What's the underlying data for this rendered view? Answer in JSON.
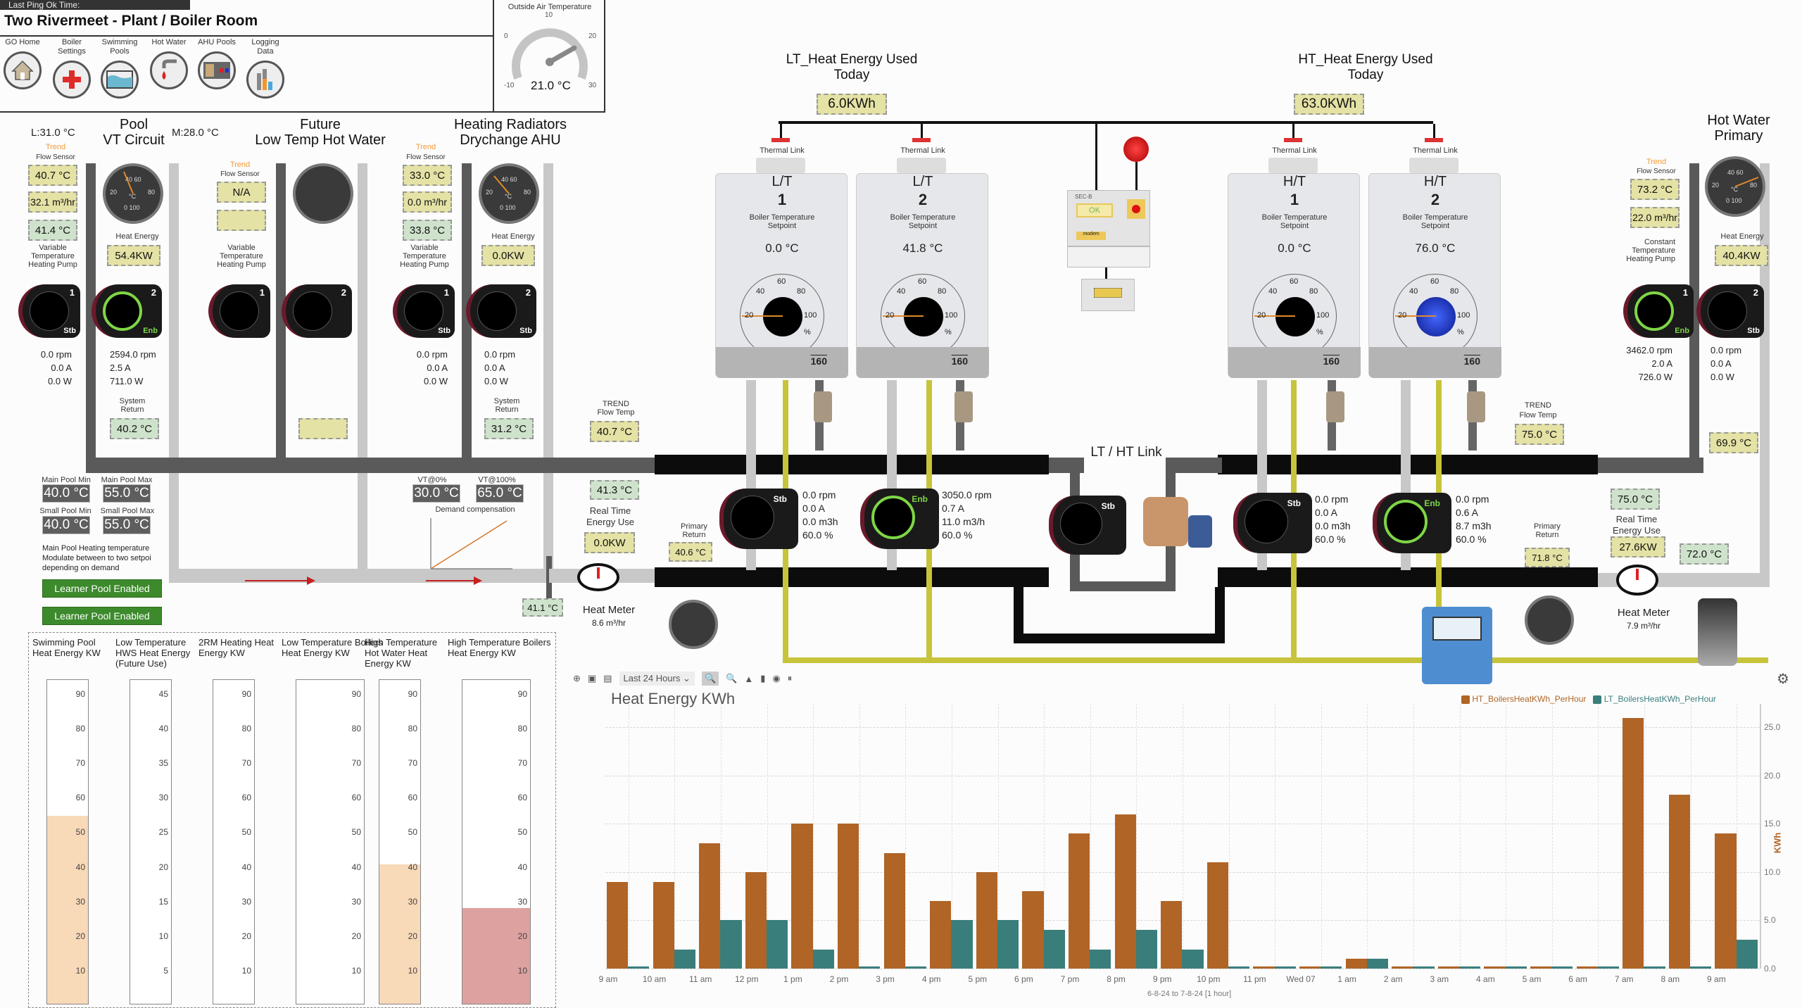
{
  "header": {
    "last_ping_label": "Last Ping Ok Time:",
    "title": "Two Rivermeet - Plant / Boiler Room",
    "nav": [
      {
        "label": "GO Home",
        "icon": "home-icon"
      },
      {
        "label": "Boiler Settings",
        "icon": "boiler-cross-icon"
      },
      {
        "label": "Swimming Pools",
        "icon": "pool-icon"
      },
      {
        "label": "Hot Water",
        "icon": "tap-icon"
      },
      {
        "label": "AHU Pools",
        "icon": "ahu-icon"
      },
      {
        "label": "Logging Data",
        "icon": "bar-chart-icon"
      }
    ],
    "outside_air": {
      "label": "Outside Air Temperature",
      "value": "21.0 °C",
      "scale": [
        "-10",
        "0",
        "10",
        "20",
        "30"
      ],
      "reading": 21.0
    }
  },
  "pool_circuit": {
    "title_line1": "Pool",
    "title_line2": "VT Circuit",
    "l_setpoint": "L:31.0 °C",
    "m_setpoint": "M:28.0 °C",
    "trend": "Trend",
    "flow_sensor_label": "Flow Sensor",
    "flow_temp": "40.7 °C",
    "flow_rate": "32.1 m³/hr",
    "return_sensor": "41.4 °C",
    "pump_label": "Variable Temperature Heating Pump",
    "heat_energy_label": "Heat Energy",
    "heat_energy": "54.4KW",
    "pump1": {
      "num": "1",
      "state": "Stb",
      "rpm": "0.0 rpm",
      "amps": "0.0 A",
      "watts": "0.0 W"
    },
    "pump2": {
      "num": "2",
      "state": "Enb",
      "rpm": "2594.0 rpm",
      "amps": "2.5 A",
      "watts": "711.0 W"
    },
    "system_return_label": "System Return",
    "system_return": "40.2 °C"
  },
  "future_circuit": {
    "title_line1": "Future",
    "title_line2": "Low Temp Hot Water",
    "trend": "Trend",
    "flow_sensor_label": "Flow Sensor",
    "flow_temp": "N/A",
    "pump_label": "Variable Temperature Heating Pump",
    "pump1": {
      "num": "1"
    },
    "pump2": {
      "num": "2"
    }
  },
  "radiator_circuit": {
    "title_line1": "Heating Radiators",
    "title_line2": "Drychange AHU",
    "trend": "Trend",
    "flow_sensor_label": "Flow Sensor",
    "flow_temp": "33.0 °C",
    "flow_rate": "0.0 m³/hr",
    "return_sensor": "33.8 °C",
    "pump_label": "Variable Temperature Heating Pump",
    "heat_energy_label": "Heat Energy",
    "heat_energy": "0.0KW",
    "pump1": {
      "num": "1",
      "state": "Stb",
      "rpm": "0.0 rpm",
      "amps": "0.0 A",
      "watts": "0.0 W"
    },
    "pump2": {
      "num": "2",
      "state": "Stb",
      "rpm": "0.0 rpm",
      "amps": "0.0 A",
      "watts": "0.0 W"
    },
    "system_return_label": "System Return",
    "system_return": "31.2 °C"
  },
  "pool_settings": {
    "main_min_label": "Main Pool Min",
    "main_min": "40.0 °C",
    "main_max_label": "Main Pool Max",
    "main_max": "55.0 °C",
    "small_min_label": "Small Pool Min",
    "small_min": "40.0 °C",
    "small_max_label": "Small Pool Max",
    "small_max": "55.0 °C",
    "note": "Main Pool Heating temperature Modulate between to two setpoi depending on demand",
    "learner_btn_1": "Learner Pool Enabled",
    "learner_btn_2": "Learner Pool Enabled"
  },
  "vt_settings": {
    "vt0_label": "VT@0%",
    "vt0": "30.0 °C",
    "vt100_label": "VT@100%",
    "vt100": "65.0 °C",
    "demand_label": "Demand compensation"
  },
  "common_return": "41.1 °C",
  "lt_primary": {
    "energy_title": "LT_Heat Energy Used Today",
    "energy_today": "6.0KWh",
    "trend_label": "TREND",
    "flow_temp_label": "Flow Temp",
    "flow_temp": "40.7 °C",
    "return_sensor": "41.3 °C",
    "rt_label": "Real Time Energy Use",
    "rt_energy": "0.0KW",
    "heat_meter_label": "Heat Meter",
    "heat_meter_flow": "8.6 m³/hr",
    "primary_return_label": "Primary Return",
    "primary_return": "40.6 °C",
    "pump_a": {
      "state": "Stb",
      "rpm": "0.0 rpm",
      "amps": "0.0 A",
      "flow": "0.0 m3h",
      "pct": "60.0 %"
    },
    "pump_b": {
      "state": "Enb",
      "rpm": "3050.0 rpm",
      "amps": "0.7 A",
      "flow": "11.0 m3/h",
      "pct": "60.0 %"
    }
  },
  "ht_primary": {
    "energy_title": "HT_Heat Energy Used Today",
    "energy_today": "63.0KWh",
    "trend_label": "TREND",
    "flow_temp_label": "Flow Temp",
    "flow_temp": "75.0 °C",
    "primary_return_label": "Primary Return",
    "primary_return": "71.8 °C",
    "pump_a": {
      "state": "Stb",
      "rpm": "0.0 rpm",
      "amps": "0.0 A",
      "flow": "0.0 m3h",
      "pct": "60.0 %"
    },
    "pump_b": {
      "state": "Enb",
      "rpm": "0.0 rpm",
      "amps": "0.6 A",
      "flow": "8.7 m3h",
      "pct": "60.0 %"
    }
  },
  "link": {
    "label": "LT / HT Link",
    "pump_state": "Stb"
  },
  "boilers": [
    {
      "type": "L/T",
      "num": "1",
      "setpoint_label": "Boiler Temperature Setpoint",
      "setpoint": "0.0 °C",
      "link": "Thermal Link",
      "model": "160",
      "firing": false
    },
    {
      "type": "L/T",
      "num": "2",
      "setpoint_label": "Boiler Temperature Setpoint",
      "setpoint": "41.8 °C",
      "link": "Thermal Link",
      "model": "160",
      "firing": false
    },
    {
      "type": "H/T",
      "num": "1",
      "setpoint_label": "Boiler Temperature Setpoint",
      "setpoint": "0.0 °C",
      "link": "Thermal Link",
      "model": "160",
      "firing": false
    },
    {
      "type": "H/T",
      "num": "2",
      "setpoint_label": "Boiler Temperature Setpoint",
      "setpoint": "76.0 °C",
      "link": "Thermal Link",
      "model": "160",
      "firing": true
    }
  ],
  "boiler_gauge_ticks": [
    "20",
    "40",
    "60",
    "80",
    "100",
    "%"
  ],
  "controller": {
    "name": "SEC-B",
    "status": "OK",
    "modem": "modem"
  },
  "hot_water_primary": {
    "title_line1": "Hot Water",
    "title_line2": "Primary",
    "trend": "Trend",
    "flow_sensor_label": "Flow Sensor",
    "flow_temp": "73.2 °C",
    "flow_rate": "22.0 m³/hr",
    "pump_label": "Constant Temperature Heating Pump",
    "heat_energy_label": "Heat Energy",
    "heat_energy": "40.4KW",
    "pump1": {
      "num": "1",
      "state": "Enb",
      "rpm": "3462.0 rpm",
      "amps": "2.0 A",
      "watts": "726.0 W"
    },
    "pump2": {
      "num": "2",
      "state": "Stb",
      "rpm": "0.0 rpm",
      "amps": "0.0 A",
      "watts": "0.0 W"
    },
    "return_temp": "69.9 °C",
    "ht_return_sensor": "75.0 °C",
    "rt_label": "Real Time Energy Use",
    "rt_energy": "27.6KW",
    "meter_return": "72.0 °C",
    "heat_meter_label": "Heat Meter",
    "heat_meter_flow": "7.9 m³/hr"
  },
  "energy_columns": [
    {
      "title": "Swimming Pool Heat Energy KW",
      "max": 90,
      "ticks": [
        90,
        80,
        70,
        60,
        50,
        40,
        30,
        20,
        10
      ],
      "value": 54.4,
      "color": "#f8d9b8"
    },
    {
      "title": "Low Temperature HWS Heat Energy (Future Use)",
      "max": 45,
      "ticks": [
        45,
        40,
        35,
        30,
        25,
        20,
        15,
        10,
        5
      ],
      "value": 0,
      "color": "#f8d9b8"
    },
    {
      "title": "2RM Heating Heat Energy KW",
      "max": 90,
      "ticks": [
        90,
        80,
        70,
        60,
        50,
        40,
        30,
        20,
        10
      ],
      "value": 0,
      "color": "#f8d9b8"
    },
    {
      "title": "Low Temperature Boilers Heat Energy KW",
      "max": 90,
      "ticks": [
        90,
        80,
        70,
        60,
        50,
        40,
        30,
        20,
        10
      ],
      "value": 0,
      "color": "#f8d9b8"
    },
    {
      "title": "High Temperature Hot Water Heat Energy KW",
      "max": 90,
      "ticks": [
        90,
        80,
        70,
        60,
        50,
        40,
        30,
        20,
        10
      ],
      "value": 40.4,
      "color": "#f8d9b8"
    },
    {
      "title": "High Temperature Boilers Heat Energy KW",
      "max": 90,
      "ticks": [
        90,
        80,
        70,
        60,
        50,
        40,
        30,
        20,
        10
      ],
      "value": 27.6,
      "color": "#dda2a0"
    }
  ],
  "chart_toolbar": {
    "range": "Last 24 Hours",
    "icons": [
      "add-icon",
      "save-icon",
      "export-icon",
      "range-select",
      "zoom-box-icon",
      "zoom-icon",
      "triangle-icon",
      "pan-icon",
      "target-icon",
      "pause-icon"
    ]
  },
  "chart_data": {
    "type": "bar",
    "title": "Heat Energy KWh",
    "ylabel": "KWh",
    "xlabel": "6-8-24 to 7-8-24   [1 hour]",
    "ylim": [
      0,
      26.5
    ],
    "yticks": [
      "0.0",
      "5.0",
      "10.0",
      "15.0",
      "20.0",
      "25.0"
    ],
    "categories": [
      "9 am",
      "10 am",
      "11 am",
      "12 pm",
      "1 pm",
      "2 pm",
      "3 pm",
      "4 pm",
      "5 pm",
      "6 pm",
      "7 pm",
      "8 pm",
      "9 pm",
      "10 pm",
      "11 pm",
      "Wed 07",
      "1 am",
      "2 am",
      "3 am",
      "4 am",
      "5 am",
      "6 am",
      "7 am",
      "8 am",
      "9 am"
    ],
    "series": [
      {
        "name": "HT_BoilersHeatKWh_PerHour",
        "color": "#b06426",
        "values": [
          9,
          9,
          13,
          10,
          15,
          15,
          12,
          7,
          10,
          8,
          14,
          16,
          7,
          11,
          0.25,
          0.25,
          1,
          0.25,
          0.25,
          0.25,
          0.25,
          0.25,
          26,
          18,
          14
        ]
      },
      {
        "name": "LT_BoilersHeatKWh_PerHour",
        "color": "#3a7e7c",
        "values": [
          0.25,
          2,
          5,
          5,
          2,
          0.25,
          0.25,
          5,
          5,
          4,
          2,
          4,
          2,
          0.25,
          0.25,
          0.25,
          1,
          0.25,
          0.25,
          0.25,
          0.25,
          0.25,
          0.25,
          0.25,
          3
        ]
      }
    ],
    "legend": "top-right",
    "grid": true
  }
}
